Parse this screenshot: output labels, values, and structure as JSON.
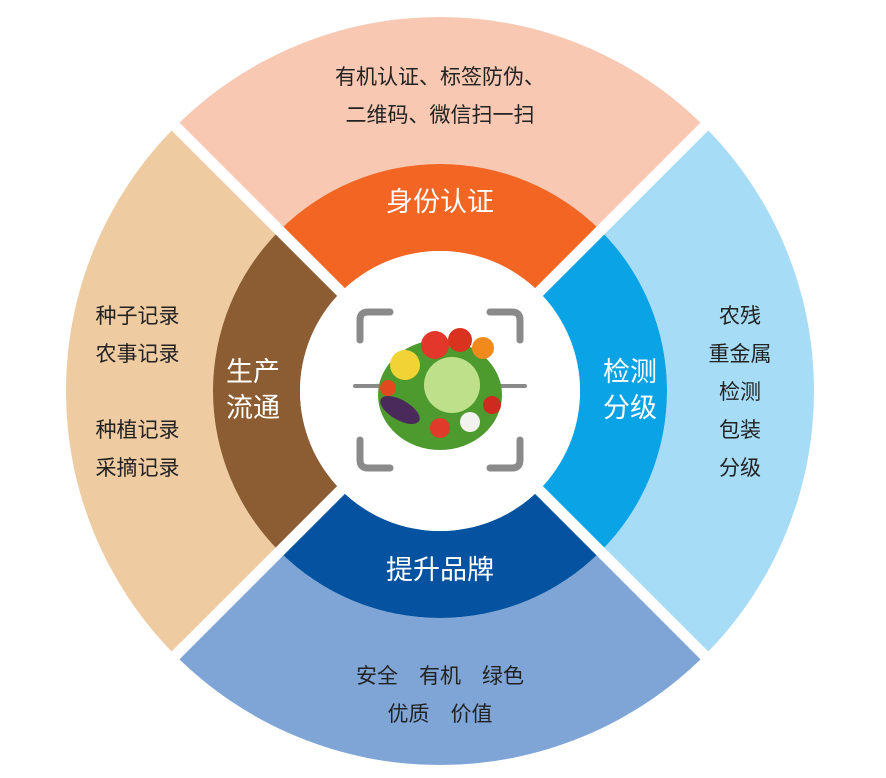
{
  "colors": {
    "top_outer": "#f8c8b2",
    "top_inner": "#f26522",
    "right_outer": "#a6dcf6",
    "right_inner": "#0aa3e6",
    "bottom_outer": "#7fa5d7",
    "bottom_inner": "#0553a0",
    "left_outer": "#eecba1",
    "left_inner": "#8c5d33"
  },
  "segments": {
    "top": {
      "title": "身份认证",
      "details": [
        "有机认证、标签防伪、",
        "二维码、微信扫一扫"
      ]
    },
    "right": {
      "title": [
        "检测",
        "分级"
      ],
      "details": [
        "农残",
        "重金属",
        "检测",
        "包装",
        "分级"
      ]
    },
    "bottom": {
      "title": "提升品牌",
      "details": [
        "安全　有机　绿色",
        "优质　价值"
      ]
    },
    "left": {
      "title": [
        "生产",
        "流通"
      ],
      "details": [
        "种子记录",
        "农事记录",
        "",
        "种植记录",
        "采摘记录"
      ]
    }
  },
  "center": {
    "icon": "vegetables-scan-icon"
  }
}
